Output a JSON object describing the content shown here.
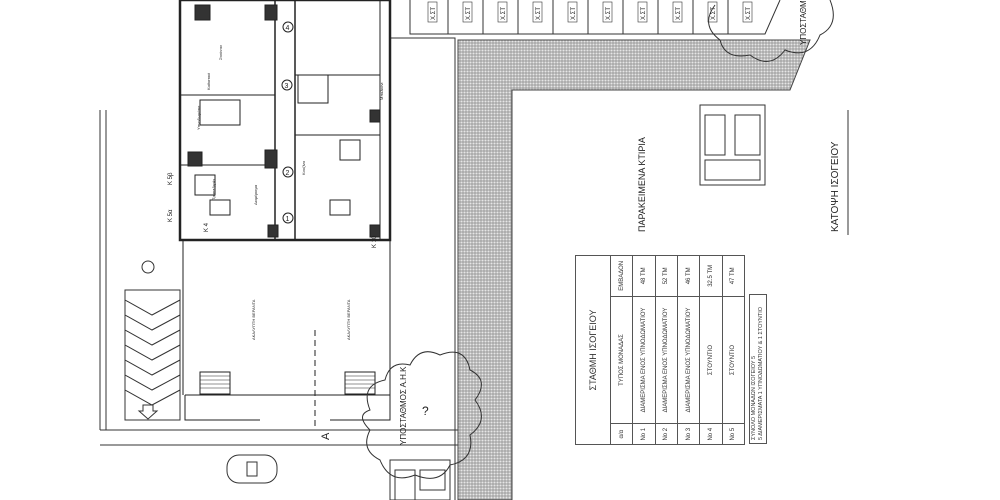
{
  "drawing": {
    "title": "ΚΑΤΟΨΗ ΙΣΟΓΕΙΟΥ",
    "adjacent_buildings": "ΠΑΡΑΚΕΙΜΕΝΑ ΚΤΙΡΙΑ",
    "substation_left": "ΥΠΟΣΤΑΘΜΟΣ  Α.Η.Κ",
    "substation_right": "ΥΠΟΣΤΑΘΜ",
    "question_mark": "?",
    "section_marker": "A",
    "parking_label": "Χ.ΣΤ",
    "parking_spaces": 10,
    "veranda_1": "ΑΚΑΛΥΠΤΗ ΒΕΡΑΝΤΑ",
    "veranda_2": "ΑΚΑΛΥΠΤΗ ΒΕΡΑΝΤΑ",
    "column_labels": [
      "Κ 5β",
      "Κ 5α",
      "Κ 4",
      "Κ 10"
    ],
    "unit_markers": [
      "1",
      "2",
      "3",
      "4"
    ],
    "rooms": [
      "Στούντιο",
      "Καθιστικό",
      "Υπνοδωμάτιο",
      "Τραπεζαρία",
      "Διαμέρισμα",
      "Κουζίνα",
      "Μπαλκόνι"
    ]
  },
  "table": {
    "title": "ΣΤΑΘΜΗ ΙΣΟΓΕΙΟΥ",
    "headers": [
      "α/α",
      "ΤΥΠΟΣ ΜΟΝΑΔΑΣ",
      "ΕΜΒΑΔΟΝ"
    ],
    "rows": [
      [
        "Νο 1",
        "ΔΙΑΜΕΡΙΣΜΑ ΕΝΟΣ ΥΠΝΟΔΩΜΑΤΙΟΥ",
        "48 ΤΜ"
      ],
      [
        "Νο 2",
        "ΔΙΑΜΕΡΙΣΜΑ ΕΝΟΣ ΥΠΝΟΔΩΜΑΤΙΟΥ",
        "52 ΤΜ"
      ],
      [
        "Νο 3",
        "ΔΙΑΜΕΡΙΣΜΑ ΕΝΟΣ ΥΠΝΟΔΩΜΑΤΙΟΥ",
        "46 ΤΜ"
      ],
      [
        "Νο 4",
        "ΣΤΟΥΝΤΙΟ",
        "32.5 ΤΜ"
      ],
      [
        "Νο 5",
        "ΣΤΟΥΝΤΙΟ",
        "47 ΤΜ"
      ]
    ]
  },
  "summary": {
    "line1": "ΣΥΝΟΛΟ ΜΟΝΑΔΩΝ ΙΣΟΓΕΙΟΥ 5",
    "line2": "5 ΔΙΑΜΕΡΙΣΜΑΤΑ 1 ΥΠΝΟΔΩΜΑΤΙΟΥ  &  1 ΣΤΟΥΝΤΙΟ"
  }
}
